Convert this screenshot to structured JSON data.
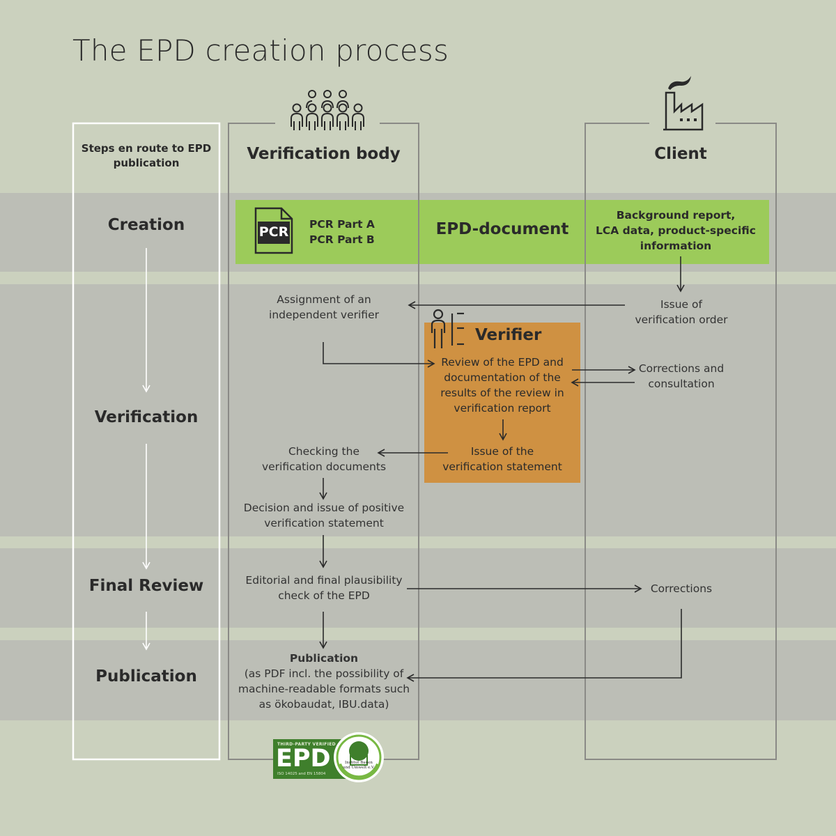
{
  "title": "The EPD creation process",
  "columns": {
    "steps": "Steps en route to EPD publication",
    "verification_body": "Verification body",
    "client": "Client"
  },
  "stages": {
    "creation": "Creation",
    "verification": "Verification",
    "final_review": "Final Review",
    "publication": "Publication"
  },
  "creation": {
    "pcr_icon_text": "PCR",
    "pcr_a": "PCR Part A",
    "pcr_b": "PCR Part B",
    "epd_document": "EPD-document",
    "client_docs": [
      "Background report,",
      "LCA data, product-specific",
      "information"
    ]
  },
  "verification": {
    "assignment": [
      "Assignment of an",
      "independent verifier"
    ],
    "issue_order": [
      "Issue of",
      "verification order"
    ],
    "verifier_title": "Verifier",
    "review": [
      "Review of the EPD and",
      "documentation of the",
      "results of the review in",
      "verification report"
    ],
    "corrections_consult": [
      "Corrections and",
      "consultation"
    ],
    "issue_statement": [
      "Issue of the",
      "verification statement"
    ],
    "checking": [
      "Checking the",
      "verification documents"
    ],
    "decision": [
      "Decision and issue of positive",
      "verification statement"
    ]
  },
  "final_review": {
    "editorial": [
      "Editorial and final plausibility",
      "check of the EPD"
    ],
    "corrections": "Corrections"
  },
  "publication": {
    "heading": "Publication",
    "detail": [
      "(as PDF incl. the possibility of",
      "machine-readable formats such",
      "as ökobaudat, IBU.data)"
    ]
  },
  "badge": {
    "verified": "THIRD-PARTY VERIFIED",
    "epd": "EPD",
    "iso": "ISO 14025 and EN 15804",
    "org": [
      "Institut Bauen",
      "und Umwelt e.V."
    ]
  },
  "colors": {
    "background": "#cbd1be",
    "band": "#bcbeb6",
    "green": "#9ccb5a",
    "orange": "#cf9142",
    "frame": "#8a8a86"
  }
}
